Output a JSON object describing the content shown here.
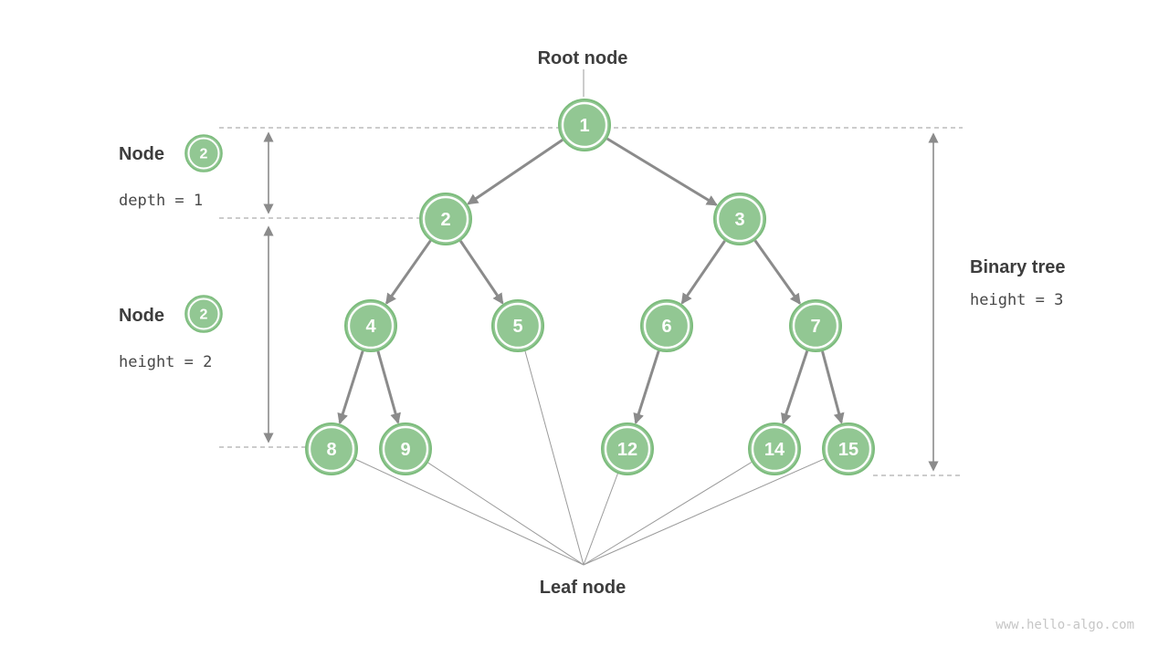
{
  "diagram": {
    "root_label": "Root node",
    "leaf_label": "Leaf node",
    "annotations": {
      "depth": {
        "title": "Node",
        "badge": "2",
        "equation": "depth = 1"
      },
      "node_height": {
        "title": "Node",
        "badge": "2",
        "equation": "height = 2"
      },
      "tree_height": {
        "title": "Binary tree",
        "equation": "height = 3"
      }
    },
    "tree": {
      "nodes": [
        {
          "value": "1"
        },
        {
          "value": "2"
        },
        {
          "value": "3"
        },
        {
          "value": "4"
        },
        {
          "value": "5"
        },
        {
          "value": "6"
        },
        {
          "value": "7"
        },
        {
          "value": "8"
        },
        {
          "value": "9"
        },
        {
          "value": "12"
        },
        {
          "value": "14"
        },
        {
          "value": "15"
        }
      ],
      "edges": [
        [
          "1",
          "2"
        ],
        [
          "1",
          "3"
        ],
        [
          "2",
          "4"
        ],
        [
          "2",
          "5"
        ],
        [
          "3",
          "6"
        ],
        [
          "3",
          "7"
        ],
        [
          "4",
          "8"
        ],
        [
          "4",
          "9"
        ],
        [
          "6",
          "12"
        ],
        [
          "7",
          "14"
        ],
        [
          "7",
          "15"
        ]
      ],
      "leaves": [
        "8",
        "9",
        "5",
        "12",
        "14",
        "15"
      ]
    },
    "watermark": "www.hello-algo.com",
    "colors": {
      "node_fill": "#92c793",
      "node_ring": "#7cbc7c",
      "arrow": "#8b8b8b",
      "dashed_line": "#adadad",
      "text_dark": "#3d3d3d"
    }
  }
}
